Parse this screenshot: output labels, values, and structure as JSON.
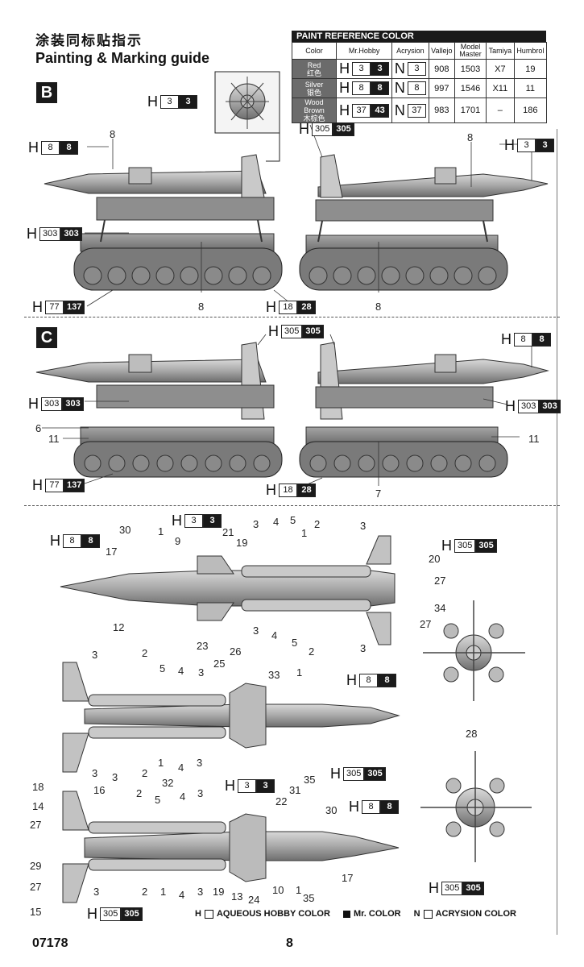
{
  "header": {
    "title_cn": "涂装同标贴指示",
    "title_en": "Painting & Marking guide"
  },
  "paint_reference": {
    "title": "PAINT  REFERENCE COLOR",
    "columns": [
      "Color",
      "Mr.Hobby",
      "Acrysion",
      "Vallejo",
      "Model Master",
      "Tamiya",
      "Humbrol"
    ],
    "rows": [
      {
        "color": "Red",
        "color_cn": "红色",
        "mrhobby_h": "H",
        "mrhobby_code": "3",
        "mrhobby_black": "3",
        "acrysion_n": "N",
        "acrysion_code": "3",
        "vallejo": "908",
        "model_master": "1503",
        "tamiya": "X7",
        "humbrol": "19"
      },
      {
        "color": "Silver",
        "color_cn": "银色",
        "mrhobby_h": "H",
        "mrhobby_code": "8",
        "mrhobby_black": "8",
        "acrysion_n": "N",
        "acrysion_code": "8",
        "vallejo": "997",
        "model_master": "1546",
        "tamiya": "X11",
        "humbrol": "11"
      },
      {
        "color": "Wood Brown",
        "color_cn": "木棕色",
        "mrhobby_h": "H",
        "mrhobby_code": "37",
        "mrhobby_black": "43",
        "acrysion_n": "N",
        "acrysion_code": "37",
        "vallejo": "983",
        "model_master": "1701",
        "tamiya": "–",
        "humbrol": "186"
      }
    ]
  },
  "sections": {
    "b": "B",
    "c": "C"
  },
  "codes": {
    "h": "H",
    "c3": "3",
    "c8": "8",
    "c18": "18",
    "c28": "28",
    "c77": "77",
    "c137": "137",
    "c303": "303",
    "c305": "305"
  },
  "callouts": {
    "n1": "1",
    "n2": "2",
    "n3": "3",
    "n4": "4",
    "n5": "5",
    "n6": "6",
    "n7": "7",
    "n8": "8",
    "n9": "9",
    "n10": "10",
    "n11": "11",
    "n12": "12",
    "n13": "13",
    "n14": "14",
    "n15": "15",
    "n16": "16",
    "n17": "17",
    "n18": "18",
    "n19": "19",
    "n20": "20",
    "n21": "21",
    "n22": "22",
    "n23": "23",
    "n24": "24",
    "n25": "25",
    "n26": "26",
    "n27": "27",
    "n28": "28",
    "n29": "29",
    "n30": "30",
    "n31": "31",
    "n32": "32",
    "n33": "33",
    "n34": "34",
    "n35": "35"
  },
  "legend": {
    "aqueous": "AQUEOUS HOBBY COLOR",
    "mr": "Mr. COLOR",
    "acrysion": "ACRYSION COLOR",
    "h_prefix": "H",
    "n_prefix": "N"
  },
  "footer": {
    "code": "07178",
    "page": "8"
  },
  "colors": {
    "vehicle_gray": "#9a9a9a",
    "dark": "#1a1a1a",
    "table_gray": "#6b6b6b"
  }
}
